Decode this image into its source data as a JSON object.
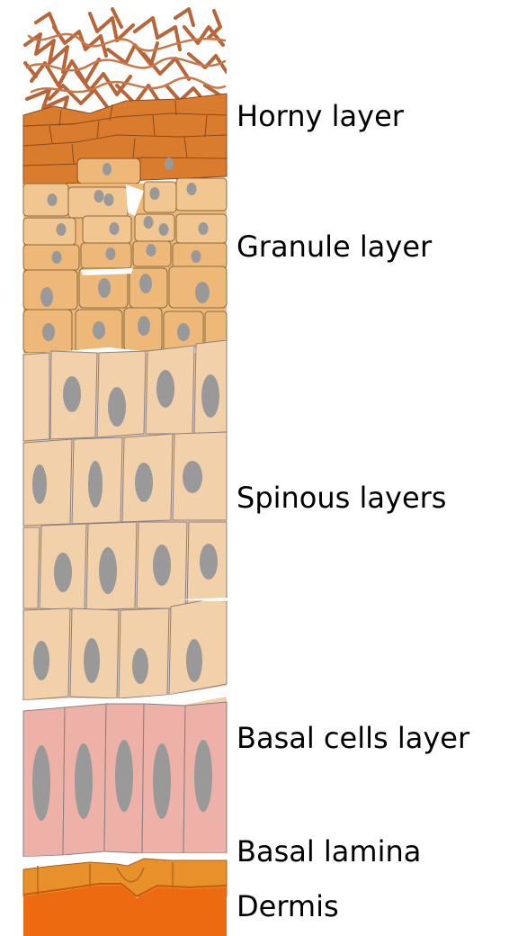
{
  "labels": {
    "horny": "Horny layer",
    "granule": "Granule layer",
    "spinous": "Spinous layers",
    "basal_cells": "Basal cells layer",
    "basal_lamina": "Basal lamina",
    "dermis": "Dermis"
  },
  "colors": {
    "horny_flakes": "#b8653a",
    "horny_cells": "#d97c2e",
    "granule": "#eeb878",
    "granule_light": "#f2c690",
    "spinous": "#f2d0aa",
    "basal": "#eeb1a8",
    "lamina": "#e8902a",
    "dermis": "#ee6a10",
    "nucleus": "#999999",
    "outline": "#7a7a7a"
  }
}
